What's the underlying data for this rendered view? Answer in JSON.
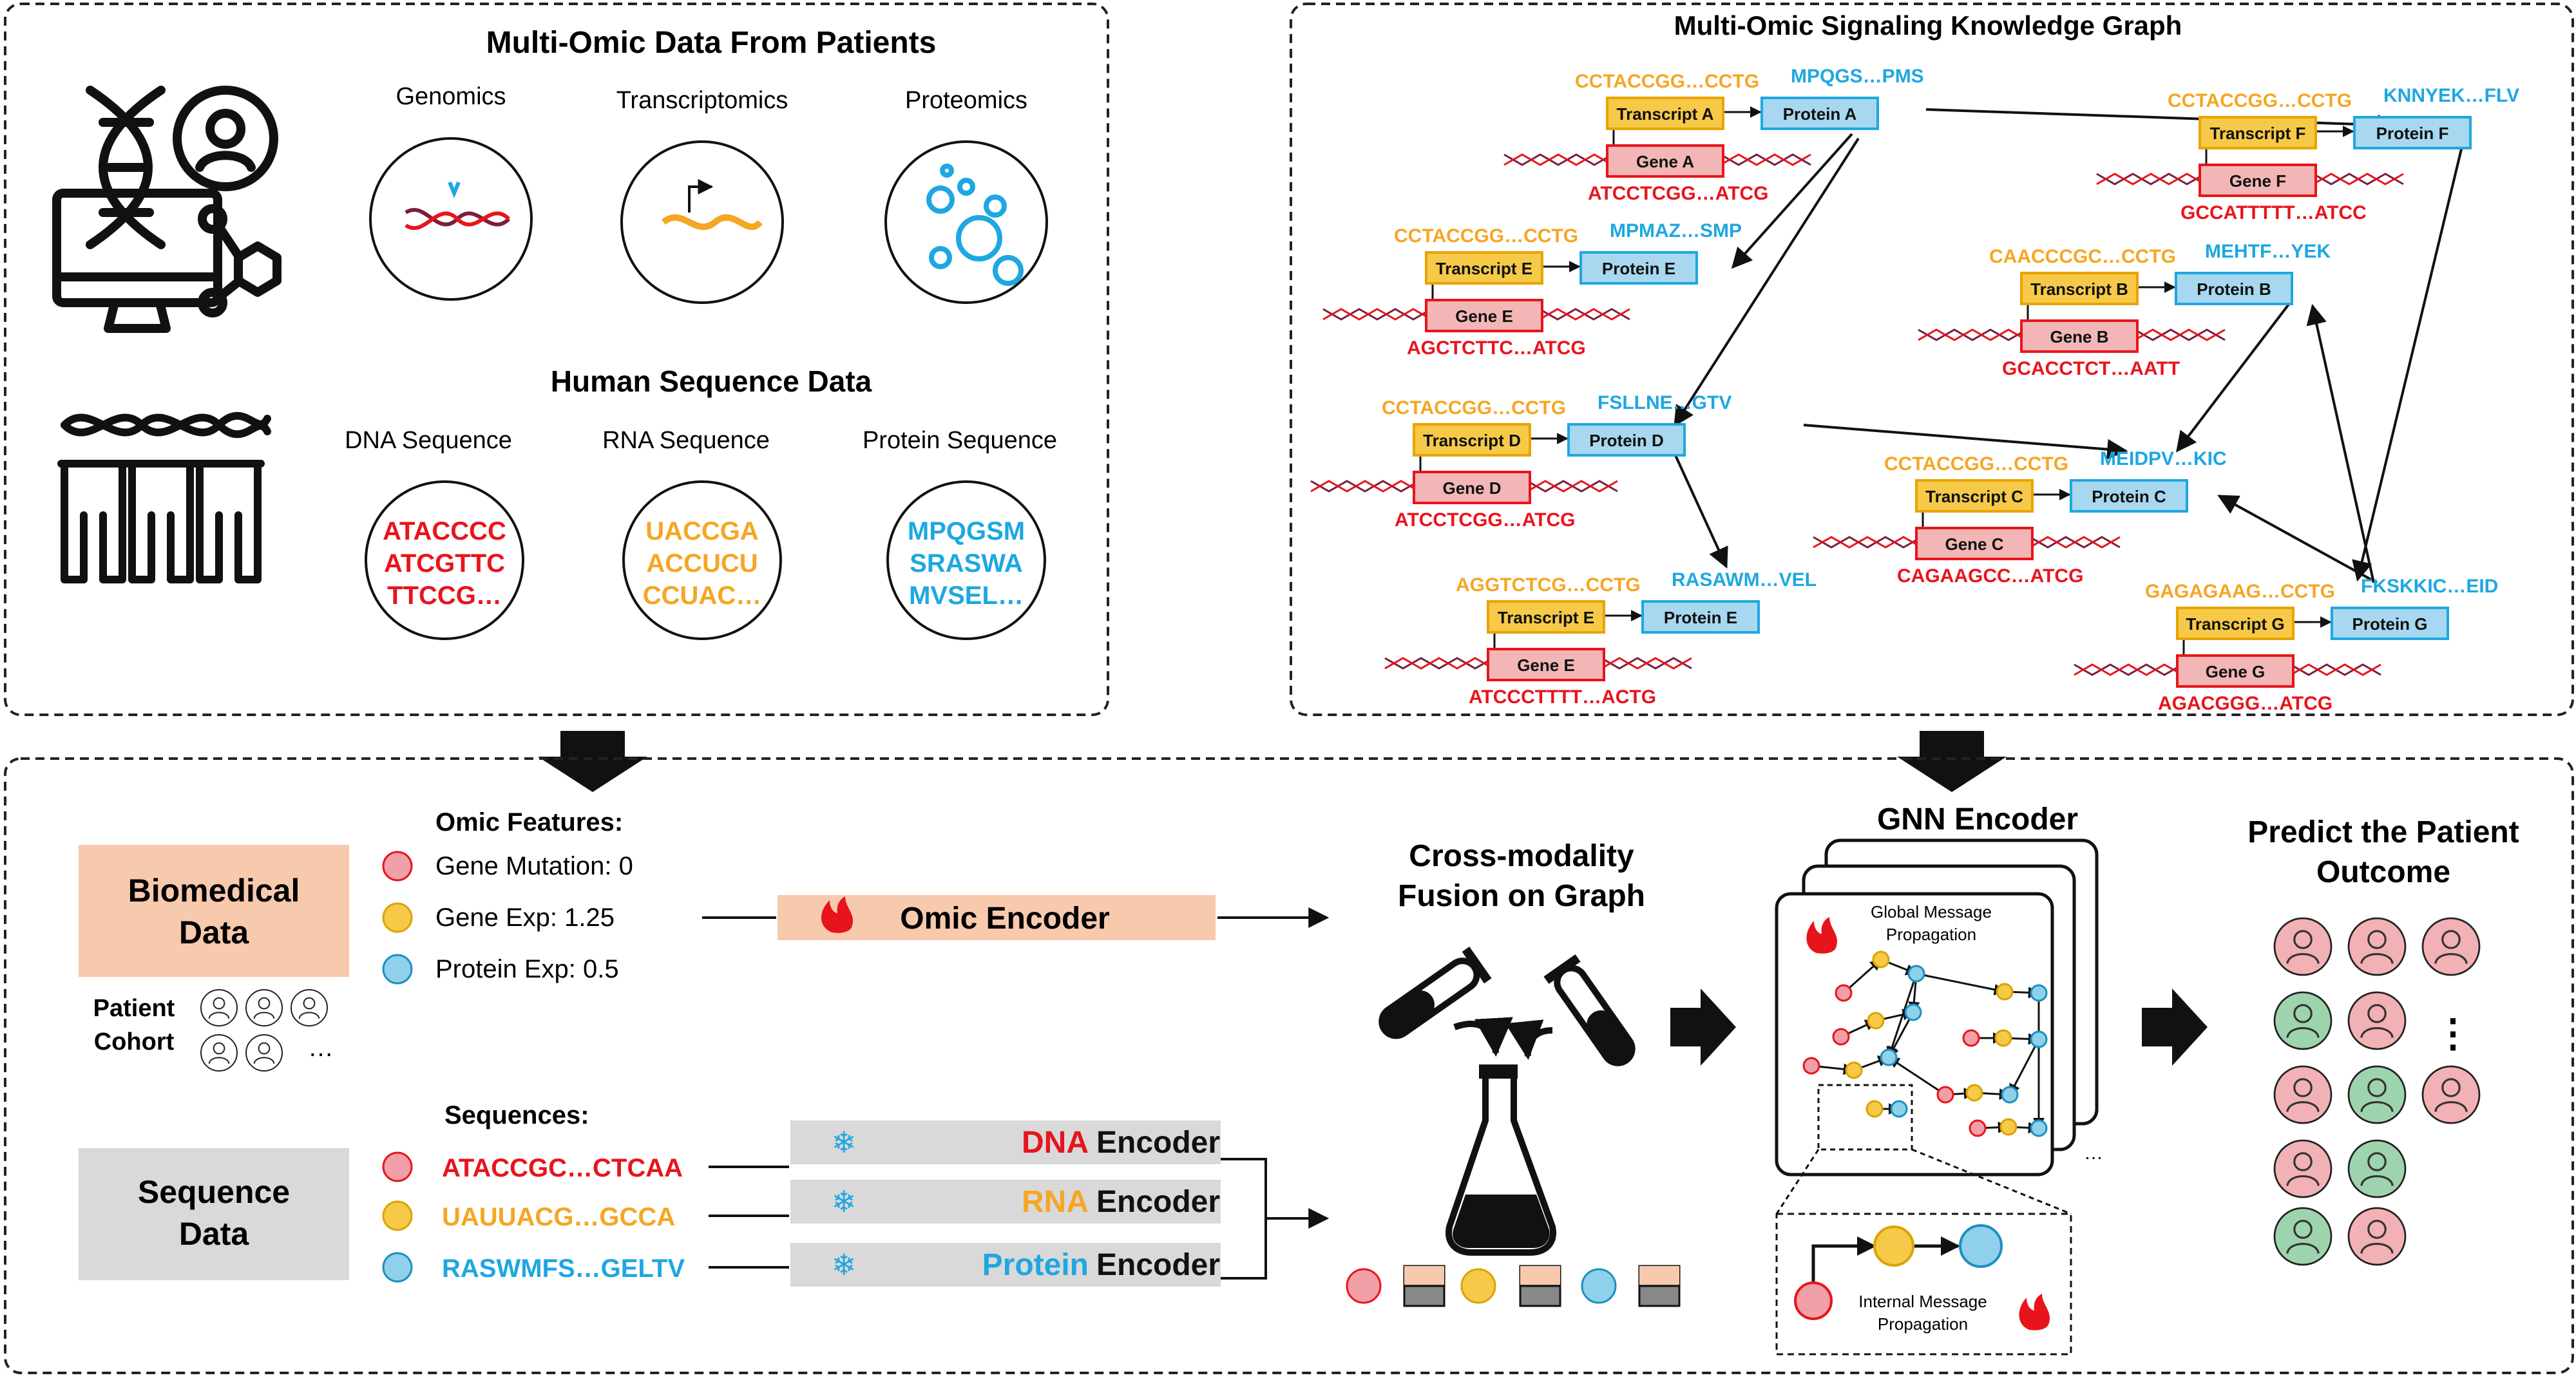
{
  "panel_patients": {
    "title": "Multi-Omic Data From Patients",
    "omics": [
      "Genomics",
      "Transcriptomics",
      "Proteomics"
    ],
    "sequence_title": "Human Sequence Data",
    "sequence_types": [
      "DNA Sequence",
      "RNA Sequence",
      "Protein Sequence"
    ],
    "dna_lines": [
      "ATACCCC",
      "ATCGTTC",
      "TTCCG…"
    ],
    "rna_lines": [
      "UACCGA",
      "ACCUCU",
      "CCUAC…"
    ],
    "protein_lines": [
      "MPQGSM",
      "SRASWA",
      "MVSEL…"
    ],
    "colors": {
      "dna": "#e8141c",
      "rna": "#f5a623",
      "protein": "#1ea7e1"
    }
  },
  "panel_graph": {
    "title": "Multi-Omic Signaling Knowledge Graph",
    "nodes": [
      {
        "transcript_seq": "CCTACCGG…CCTG",
        "transcript": "Transcript A",
        "protein_seq": "MPQGS…PMS",
        "protein": "Protein A",
        "gene": "Gene A",
        "gene_seq": "ATCCTCGG…ATCG"
      },
      {
        "transcript_seq": "CCTACCGG…CCTG",
        "transcript": "Transcript F",
        "protein_seq": "KNNYEK…FLV",
        "protein": "Protein F",
        "gene": "Gene F",
        "gene_seq": "GCCATTTTT…ATCC"
      },
      {
        "transcript_seq": "CCTACCGG…CCTG",
        "transcript": "Transcript E",
        "protein_seq": "MPMAZ…SMP",
        "protein": "Protein E",
        "gene": "Gene E",
        "gene_seq": "AGCTCTTC…ATCG"
      },
      {
        "transcript_seq": "CAACCCGC…CCTG",
        "transcript": "Transcript B",
        "protein_seq": "MEHTF…YEK",
        "protein": "Protein B",
        "gene": "Gene B",
        "gene_seq": "GCACCTCT…AATT"
      },
      {
        "transcript_seq": "CCTACCGG…CCTG",
        "transcript": "Transcript D",
        "protein_seq": "FSLLNE…GTV",
        "protein": "Protein D",
        "gene": "Gene D",
        "gene_seq": "ATCCTCGG…ATCG"
      },
      {
        "transcript_seq": "CCTACCGG…CCTG",
        "transcript": "Transcript C",
        "protein_seq": "MEIDPV…KIC",
        "protein": "Protein C",
        "gene": "Gene C",
        "gene_seq": "CAGAAGCC…ATCG"
      },
      {
        "transcript_seq": "AGGTCTCG…CCTG",
        "transcript": "Transcript E",
        "protein_seq": "RASAWM…VEL",
        "protein": "Protein E",
        "gene": "Gene E",
        "gene_seq": "ATCCCTTTT…ACTG"
      },
      {
        "transcript_seq": "GAGAGAAG…CCTG",
        "transcript": "Transcript G",
        "protein_seq": "FKSKKIC…EID",
        "protein": "Protein G",
        "gene": "Gene G",
        "gene_seq": "AGACGGG…ATCG"
      }
    ]
  },
  "pipeline": {
    "biomedical_label": [
      "Biomedical",
      "Data"
    ],
    "patient_cohort": [
      "Patient",
      "Cohort"
    ],
    "cohort_ellipsis": "…",
    "omic_features_title": "Omic Features:",
    "omic_features": [
      "Gene Mutation: 0",
      "Gene Exp: 1.25",
      "Protein Exp: 0.5"
    ],
    "omic_encoder": "Omic Encoder",
    "sequence_label": [
      "Sequence",
      "Data"
    ],
    "sequences_title": "Sequences:",
    "sequences": [
      "ATACCGC…CTCAA",
      "UAUUACG…GCCA",
      "RASWMFS…GELTV"
    ],
    "encoder_prefixes": [
      "DNA",
      "RNA",
      "Protein"
    ],
    "encoder_suffix": "Encoder",
    "fusion_title": [
      "Cross-modality",
      "Fusion on Graph"
    ],
    "gnn_title": "GNN Encoder",
    "global_msg": [
      "Global Message",
      "Propagation"
    ],
    "internal_msg": [
      "Internal Message",
      "Propagation"
    ],
    "predict_title": [
      "Predict the Patient",
      "Outcome"
    ],
    "ellipsis_vertical": "⋮",
    "colors": {
      "biomedical_fill": "#f7c9ad",
      "omic_encoder_fill": "#f7c9ad",
      "sequence_fill": "#d9d9d9",
      "encoder_fill": "#d9d9d9",
      "mutation_dot": "#f0a0a6",
      "expr_dot": "#f7c948",
      "protein_dot": "#8fd0ea",
      "patient_red": "#f2b1b5",
      "patient_green": "#9ed4ad"
    }
  }
}
